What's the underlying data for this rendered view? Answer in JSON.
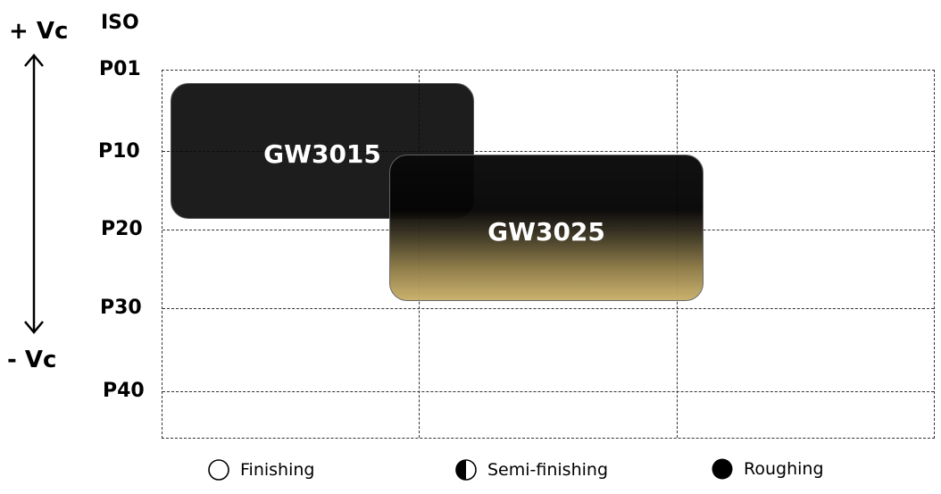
{
  "cutting_speed": {
    "plus_label": "+ Vc",
    "minus_label": "- Vc"
  },
  "iso": {
    "header": "ISO",
    "levels": [
      "P01",
      "P10",
      "P20",
      "P30",
      "P40"
    ]
  },
  "grades": [
    {
      "name": "GW3015",
      "color": "#0a0a0a"
    },
    {
      "name": "GW3025",
      "color_top": "#0a0a0a",
      "color_bottom": "#c9b06a"
    }
  ],
  "legend": [
    {
      "label": "Finishing",
      "icon": "empty-circle-icon"
    },
    {
      "label": "Semi-finishing",
      "icon": "half-circle-icon"
    },
    {
      "label": "Roughing",
      "icon": "filled-circle-icon"
    }
  ]
}
